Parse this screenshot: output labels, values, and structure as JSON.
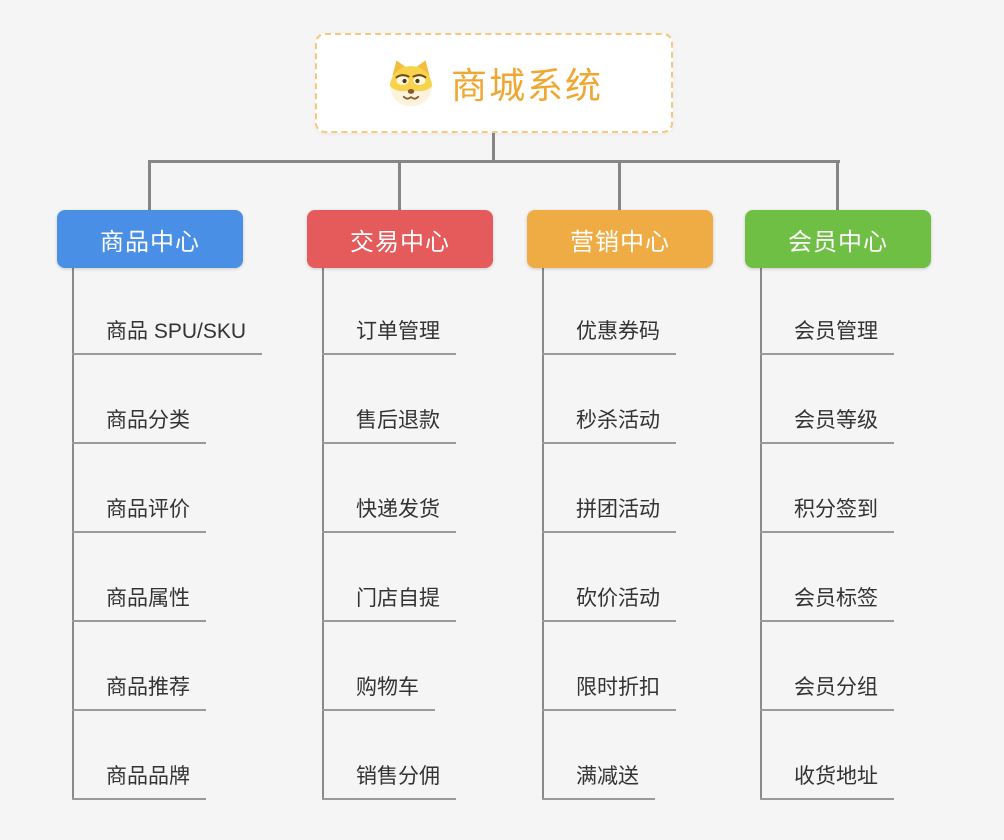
{
  "root": {
    "title": "商城系统",
    "icon": "dog-face-icon",
    "accent_color": "#F0A732",
    "border_color": "#F6C87F"
  },
  "branches": [
    {
      "label": "商品中心",
      "color": "#4A8FE6",
      "children": [
        "商品 SPU/SKU",
        "商品分类",
        "商品评价",
        "商品属性",
        "商品推荐",
        "商品品牌"
      ]
    },
    {
      "label": "交易中心",
      "color": "#E55A5A",
      "children": [
        "订单管理",
        "售后退款",
        "快递发货",
        "门店自提",
        "购物车",
        "销售分佣"
      ]
    },
    {
      "label": "营销中心",
      "color": "#EFAC44",
      "children": [
        "优惠券码",
        "秒杀活动",
        "拼团活动",
        "砍价活动",
        "限时折扣",
        "满减送"
      ]
    },
    {
      "label": "会员中心",
      "color": "#6FBF45",
      "children": [
        "会员管理",
        "会员等级",
        "积分签到",
        "会员标签",
        "会员分组",
        "收货地址"
      ]
    }
  ],
  "colors": {
    "background": "#F5F5F5",
    "connector": "#868686",
    "underline": "#9A9A9A",
    "leaf_text": "#333333"
  }
}
